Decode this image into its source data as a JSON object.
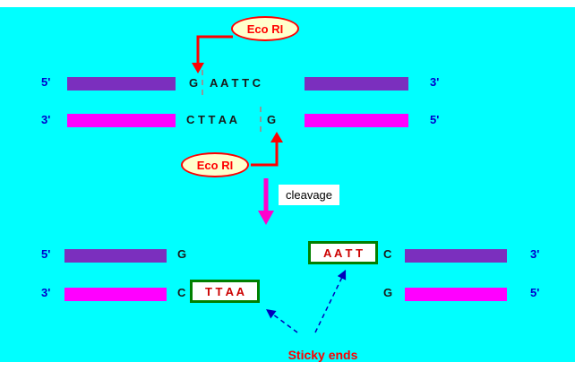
{
  "colors": {
    "background": "#00ffff",
    "top_strand_bar": "#7b2fbe",
    "bottom_strand_bar": "#ff00ff",
    "end_label_text": "#0000cc",
    "enzyme_outline": "#ff0000",
    "enzyme_fill": "#ffffcc",
    "cleavage_arrow": "#ff00cc",
    "overhang_box_border": "#008000",
    "overhang_text": "#cc0000",
    "sticky_label_text": "#ff0000",
    "pointer_dash": "#0000bb"
  },
  "enzyme_top": {
    "label": "Eco RI"
  },
  "enzyme_bottom": {
    "label": "Eco RI"
  },
  "cleavage": {
    "label": "cleavage"
  },
  "sticky_ends": {
    "label": "Sticky ends"
  },
  "duplex": {
    "top_strand": {
      "left_end": "5'",
      "cut_left": "G",
      "cut_right": "A A T T C",
      "right_end": "3'"
    },
    "bottom_strand": {
      "left_end": "3'",
      "cut_left": "C T T A A",
      "cut_right": "G",
      "right_end": "5'"
    }
  },
  "fragments": {
    "top_left": {
      "end_label": "5'",
      "base": "G"
    },
    "top_right": {
      "overhang": "A A T T",
      "base": "C",
      "end_label": "3'"
    },
    "bottom_left": {
      "end_label": "3'",
      "base": "C",
      "overhang": "T T A A"
    },
    "bottom_right": {
      "base": "G",
      "end_label": "5'"
    }
  }
}
